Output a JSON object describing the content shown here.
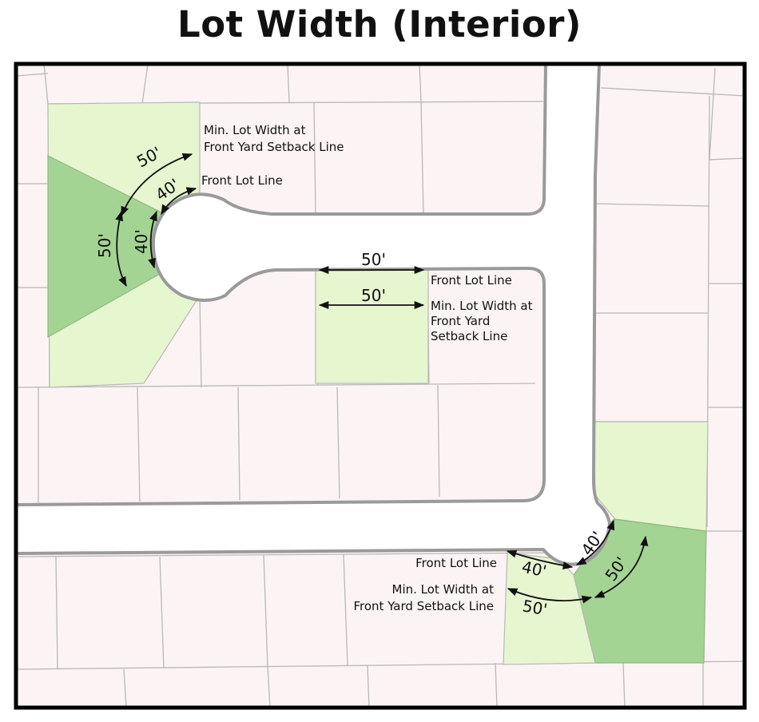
{
  "title": "Lot Width (Interior)",
  "labels": {
    "front_lot_line": "Front Lot Line",
    "min_width_two_line_1": "Min. Lot Width at",
    "min_width_two_line_2": "Front Yard Setback Line",
    "min_width_three_line_1": "Min. Lot Width at",
    "min_width_three_line_2": "Front Yard",
    "min_width_three_line_3": "Setback Line"
  },
  "dimensions": {
    "setback_width": "50'",
    "frontage_width": "40'"
  },
  "colors": {
    "lot_fill": "#fcf4f4",
    "highlight_light": "#e6f6cf",
    "highlight_dark": "#a3d493",
    "road_fill": "#ffffff",
    "road_edge": "#9a9a9a",
    "frame": "#000000"
  }
}
